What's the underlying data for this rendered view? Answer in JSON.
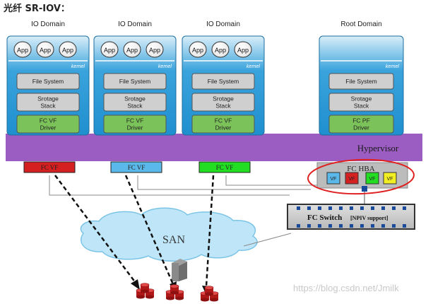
{
  "title": "光纤 SR-IOV：",
  "domains": [
    {
      "name": "IO  Domain",
      "apps": [
        "App",
        "App",
        "App"
      ],
      "kernel": "kernel",
      "layers": [
        "File System",
        "Srotage\nStack",
        "FC VF\nDriver"
      ],
      "vf_label": "FC VF",
      "vf_color": "#d42020"
    },
    {
      "name": "IO  Domain",
      "apps": [
        "App",
        "App",
        "App"
      ],
      "kernel": "kernel",
      "layers": [
        "File System",
        "Srotage\nStack",
        "FC VF\nDriver"
      ],
      "vf_label": "FC VF",
      "vf_color": "#5ab8ea"
    },
    {
      "name": "IO  Domain",
      "apps": [
        "App",
        "App",
        "App"
      ],
      "kernel": "kernel",
      "layers": [
        "File System",
        "Srotage\nStack",
        "FC VF\nDriver"
      ],
      "vf_label": "FC VF",
      "vf_color": "#22dd22"
    },
    {
      "name": "Root Domain",
      "apps": [],
      "kernel": "kernel",
      "layers": [
        "File System",
        "Srotage\nStack",
        "FC PF\nDriver"
      ],
      "vf_label": "",
      "vf_color": ""
    }
  ],
  "hypervisor": "Hypervisor",
  "hba": {
    "title": "FC HBA",
    "ports": [
      {
        "label": "VF",
        "color": "#5ab8ea"
      },
      {
        "label": "VF",
        "color": "#d42020"
      },
      {
        "label": "VF",
        "color": "#22dd22"
      },
      {
        "label": "VF",
        "color": "#f2ee22"
      }
    ]
  },
  "switch": {
    "label": "FC Switch",
    "sub": "[NPIV support]"
  },
  "san_label": "SAN",
  "watermark": "https://blog.csdn.net/Jmilk",
  "colors": {
    "domain_blue": "#2f9ed8",
    "hypervisor": "#9b5dc2",
    "layer_gray": "#cfcfcf",
    "driver_green": "#7bc25a",
    "annotation_red": "#e02020"
  }
}
